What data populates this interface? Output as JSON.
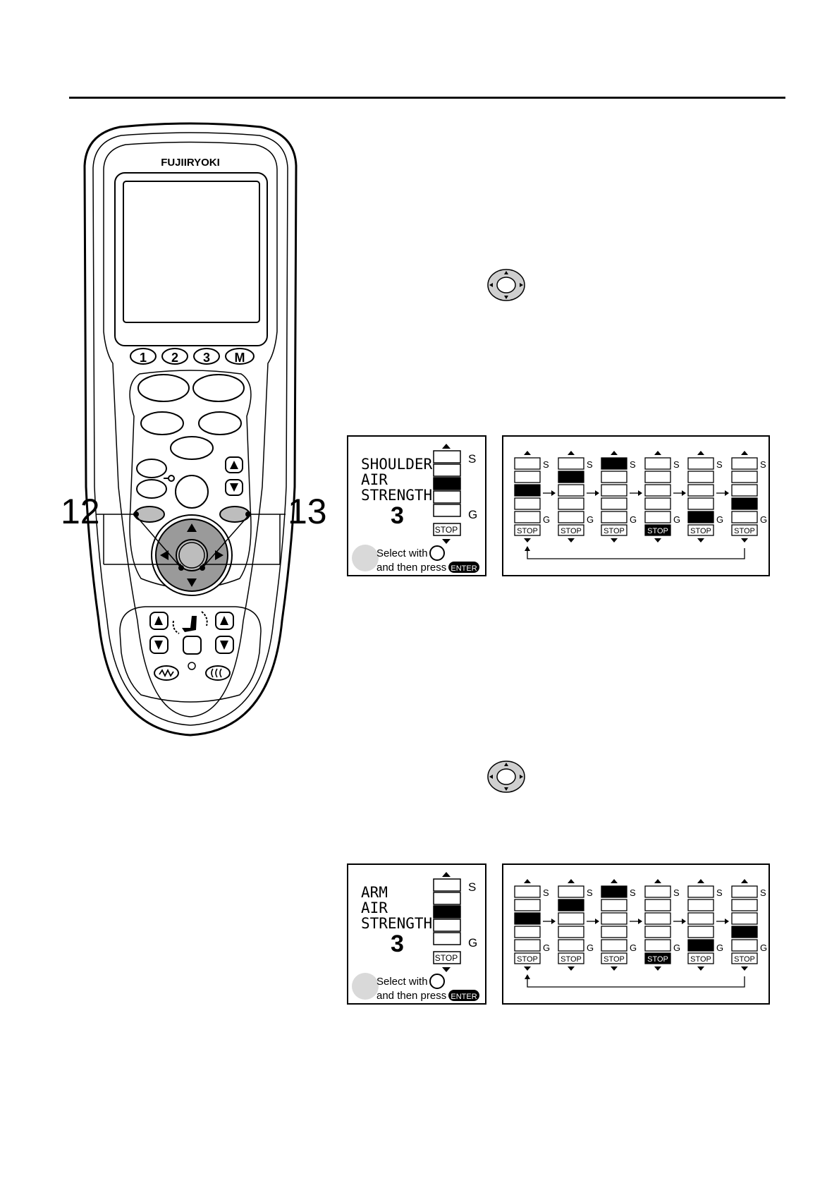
{
  "remote": {
    "brand": "FUJIIRYOKI",
    "memory_buttons": [
      "1",
      "2",
      "3",
      "M"
    ],
    "callout_left": "12",
    "callout_right": "13"
  },
  "shoulder_panel": {
    "line1": "SHOULDER",
    "line2": "AIR",
    "line3": "STRENGTH",
    "level": "3",
    "label_s": "S",
    "label_g": "G",
    "stop": "STOP",
    "hint1": "Select with",
    "hint2": "and then press",
    "enter": "ENTER",
    "cycle_levels": [
      3,
      4,
      5,
      0,
      1,
      2
    ]
  },
  "arm_panel": {
    "line1": "ARM",
    "line2": "AIR",
    "line3": "STRENGTH",
    "level": "3",
    "label_s": "S",
    "label_g": "G",
    "stop": "STOP",
    "hint1": "Select with",
    "hint2": "and then press",
    "enter": "ENTER",
    "cycle_levels": [
      3,
      4,
      5,
      0,
      1,
      2
    ]
  },
  "colors": {
    "ink": "#000000",
    "button_gray": "#bdbdbd",
    "dpad_gray": "#9a9a9a"
  }
}
